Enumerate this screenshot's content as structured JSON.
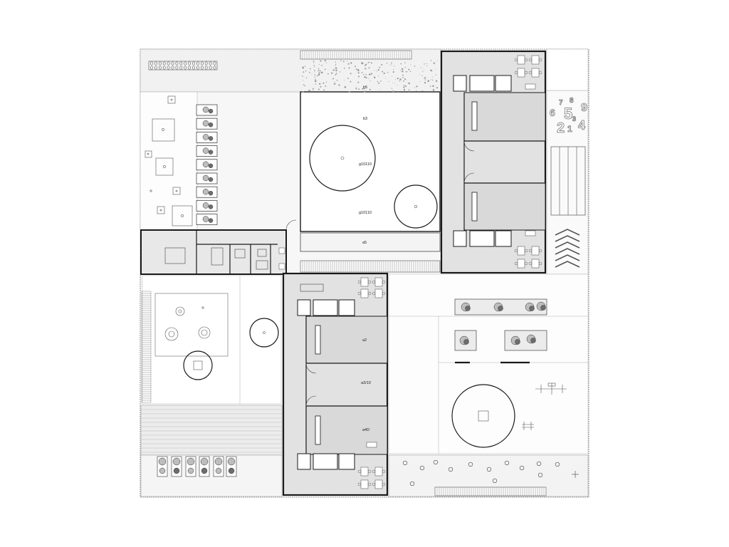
{
  "labels": {
    "courtyard_top": "b5",
    "courtyard_mid": "b3",
    "courtyard_code": "g10110",
    "courtyard_code_b": "g10110",
    "corridor_link": "a5",
    "wing_room_1": "a2",
    "wing_room_2": "a3/10",
    "wing_room_3": "a4D"
  },
  "ground_markings": [
    "7",
    "8",
    "6",
    "5",
    "9",
    "2",
    "1",
    "4",
    "3"
  ]
}
